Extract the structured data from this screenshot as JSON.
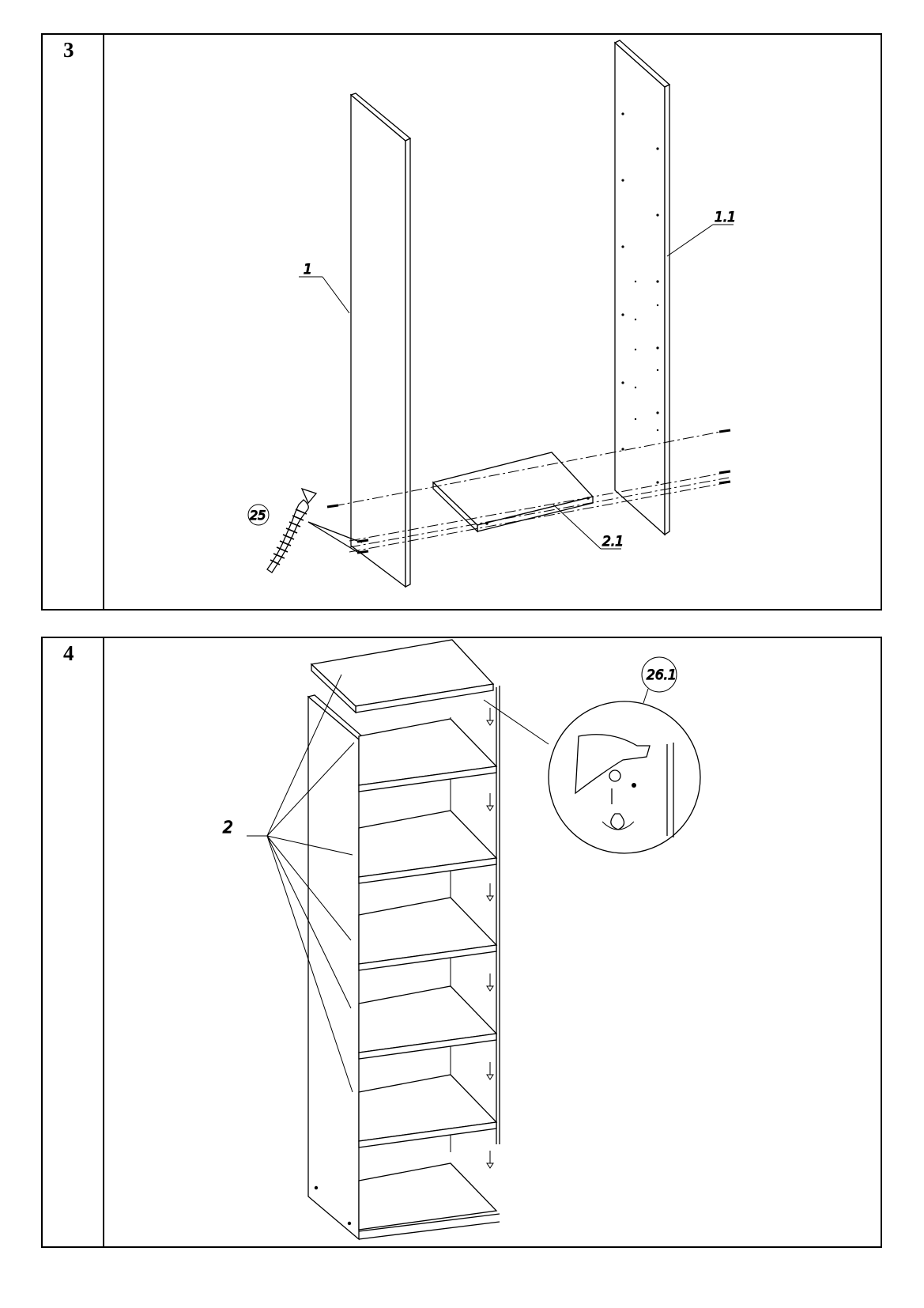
{
  "steps": [
    {
      "number": "3",
      "labels": {
        "side_left": "1",
        "side_right": "1.1",
        "bottom": "2.1",
        "fitting": "25"
      }
    },
    {
      "number": "4",
      "labels": {
        "shelf": "2",
        "fitting": "26.1"
      }
    }
  ]
}
